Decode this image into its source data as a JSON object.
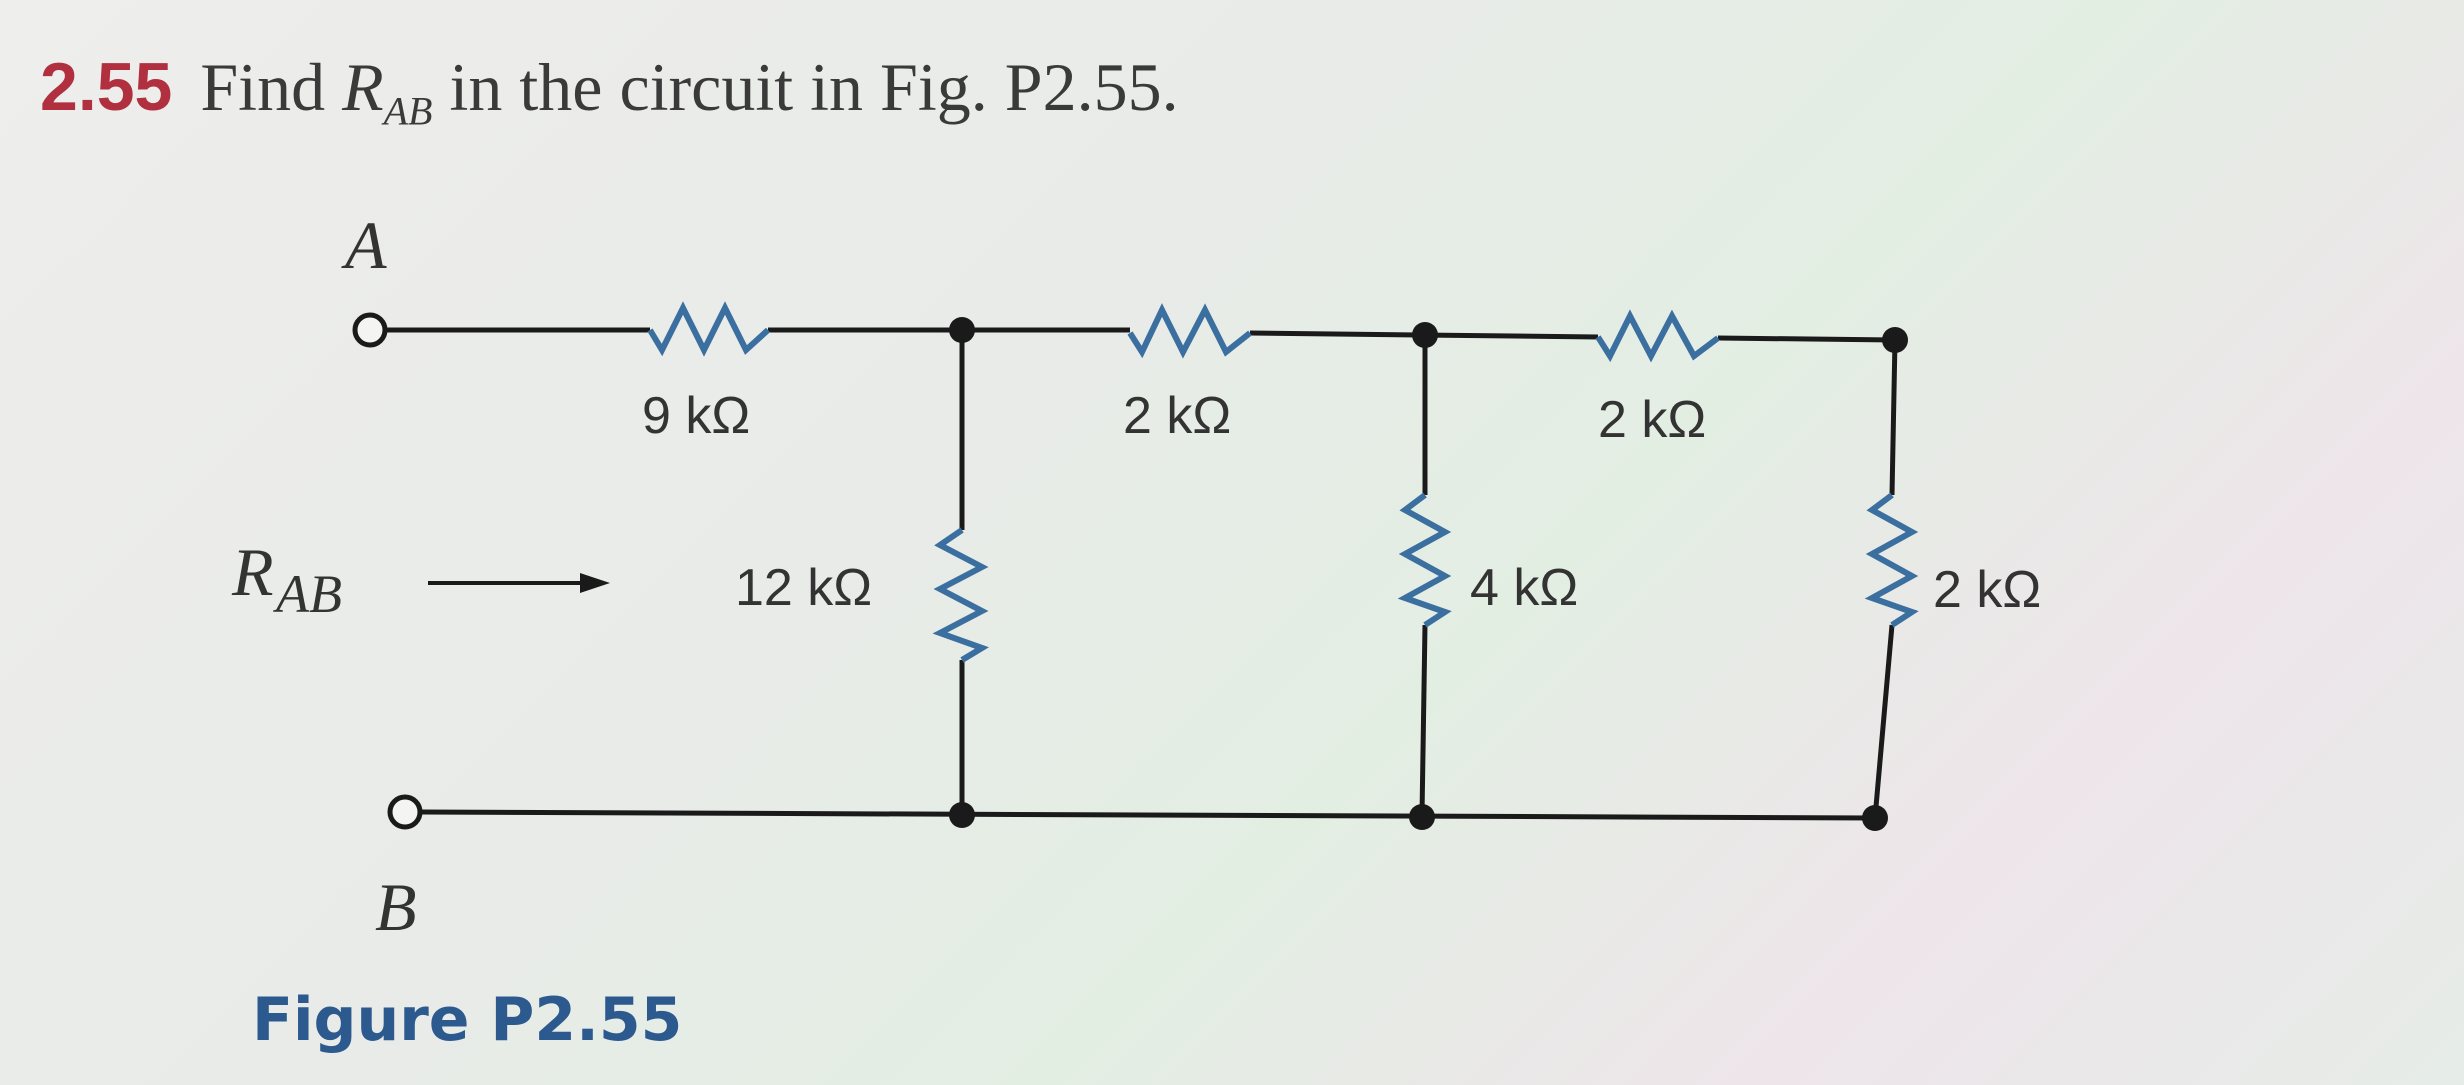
{
  "problem": {
    "number": "2.55",
    "text_before": "Find ",
    "symbol": "R",
    "subscript": "AB",
    "text_after": " in the circuit in Fig. P2.55."
  },
  "circuit": {
    "terminal_a": "A",
    "terminal_b": "B",
    "rab_label": "R",
    "rab_sub": "AB",
    "resistors": {
      "r_series_1": "9 kΩ",
      "r_shunt_1": "12 kΩ",
      "r_series_2": "2 kΩ",
      "r_shunt_2": "4 kΩ",
      "r_series_3": "2 kΩ",
      "r_shunt_3": "2 kΩ"
    },
    "colors": {
      "wire": "#1a1a1a",
      "resistor": "#3a6fa0"
    }
  },
  "caption": "Figure P2.55"
}
